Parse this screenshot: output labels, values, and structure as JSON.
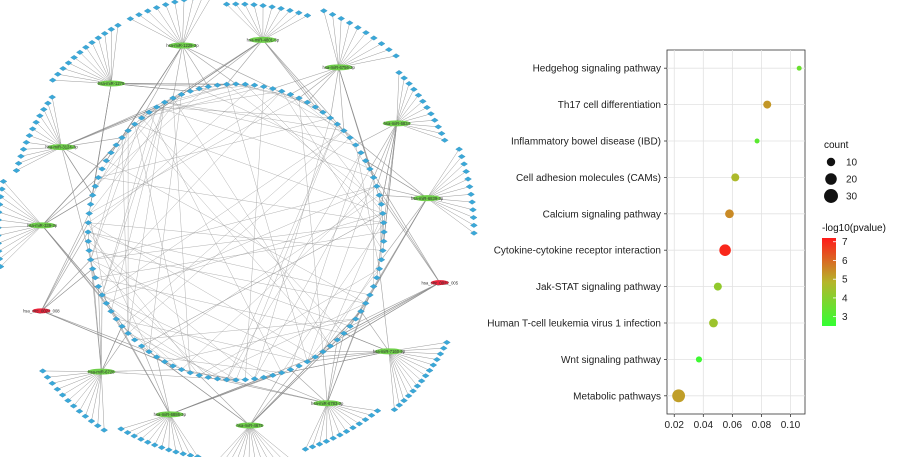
{
  "network": {
    "inner_ring_count": 100,
    "hub_color": "#6fcf4a",
    "leaf_color": "#3aa8d8",
    "highlight_color": "#e8233a",
    "edge_color": "#9a9a9a",
    "hubs": [
      {
        "label": "hsa-miR-1229-3p",
        "fan": 10
      },
      {
        "label": "hsa-miR-4801-5p",
        "fan": 10
      },
      {
        "label": "hsa-miR-6756-3p",
        "fan": 10
      },
      {
        "label": "hsa-miR-6834",
        "fan": 12
      },
      {
        "label": "hsa-miR-6839-3p",
        "fan": 12
      },
      {
        "label": "hsa_circ_0022_005",
        "fan": 0,
        "highlight": true
      },
      {
        "label": "hsa-miR-7160-5p",
        "fan": 14
      },
      {
        "label": "hsa-miR-6783-3p",
        "fan": 12
      },
      {
        "label": "hsa-miR-4675",
        "fan": 12
      },
      {
        "label": "hsa-miR-6886-3p",
        "fan": 12
      },
      {
        "label": "hsa-miR-6728",
        "fan": 12
      },
      {
        "label": "hsa_circ_0022_008",
        "fan": 0,
        "highlight": true
      },
      {
        "label": "hsa-miR-339-3p",
        "fan": 12
      },
      {
        "label": "hsa-miR-3124-3p",
        "fan": 12
      },
      {
        "label": "hsa-miR-1275",
        "fan": 12
      }
    ]
  },
  "chart_data": {
    "type": "scatter",
    "title": "",
    "xlabel": "",
    "ylabel": "",
    "xlim": [
      0.015,
      0.11
    ],
    "x_ticks": [
      "0.02",
      "0.04",
      "0.06",
      "0.08",
      "0.10"
    ],
    "x_tick_values": [
      0.02,
      0.04,
      0.06,
      0.08,
      0.1
    ],
    "grid": true,
    "categories": [
      "Hedgehog signaling pathway",
      "Th17 cell differentiation",
      "Inflammatory bowel disease (IBD)",
      "Cell adhesion molecules (CAMs)",
      "Calcium signaling pathway",
      "Cytokine-cytokine receptor interaction",
      "Jak-STAT signaling pathway",
      "Human T-cell leukemia virus 1 infection",
      "Wnt signaling pathway",
      "Metabolic pathways"
    ],
    "x": [
      0.106,
      0.084,
      0.077,
      0.062,
      0.058,
      0.055,
      0.05,
      0.047,
      0.037,
      0.023
    ],
    "count": [
      3,
      9,
      3,
      9,
      11,
      20,
      9,
      11,
      5,
      25
    ],
    "pvalue_log10": [
      3.5,
      5.3,
      3.2,
      4.7,
      5.5,
      7.0,
      4.2,
      4.4,
      2.7,
      5.2
    ],
    "legend_count": {
      "title": "count",
      "values": [
        10,
        20,
        30
      ],
      "labels": [
        "10",
        "20",
        "30"
      ]
    },
    "legend_color": {
      "title": "-log10(pvalue)",
      "min": 2.5,
      "max": 7.2,
      "ticks": [
        7,
        6,
        5,
        4,
        3
      ],
      "tick_labels": [
        "7",
        "6",
        "5",
        "4",
        "3"
      ],
      "low_color": "#33ff33",
      "mid_color": "#b5b52a",
      "high_color": "#ff1a1a"
    },
    "legend_placement": "right"
  }
}
